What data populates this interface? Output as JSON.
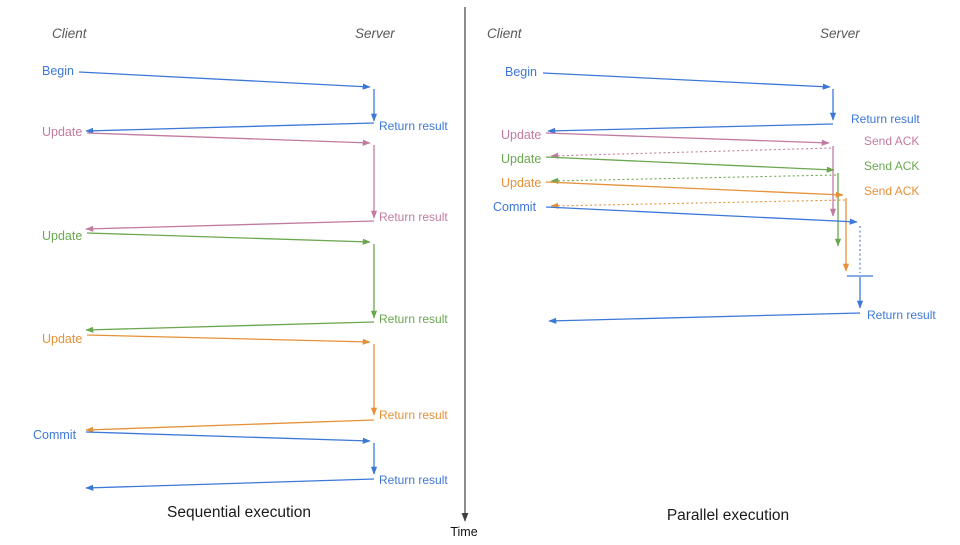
{
  "colors": {
    "blue": "#3c78d8",
    "magenta": "#c27ba0",
    "green": "#6aa84f",
    "orange": "#e69138",
    "axis": "#3f3f3f",
    "header": "#595959",
    "title": "#1a1a1a"
  },
  "time_axis": {
    "label": "Time"
  },
  "sequential": {
    "title": "Sequential execution",
    "client_header": "Client",
    "server_header": "Server",
    "messages": [
      {
        "label": "Begin",
        "color": "blue",
        "response_label": "Return result"
      },
      {
        "label": "Update",
        "color": "magenta",
        "response_label": "Return result"
      },
      {
        "label": "Update",
        "color": "green",
        "response_label": "Return result"
      },
      {
        "label": "Update",
        "color": "orange",
        "response_label": "Return result"
      },
      {
        "label": "Commit",
        "color": "blue",
        "response_label": "Return result"
      }
    ]
  },
  "parallel": {
    "title": "Parallel execution",
    "client_header": "Client",
    "server_header": "Server",
    "messages": [
      {
        "label": "Begin",
        "color": "blue",
        "response_label": "Return result"
      },
      {
        "label": "Update",
        "color": "magenta",
        "ack_label": "Send ACK"
      },
      {
        "label": "Update",
        "color": "green",
        "ack_label": "Send ACK"
      },
      {
        "label": "Update",
        "color": "orange",
        "ack_label": "Send ACK"
      },
      {
        "label": "Commit",
        "color": "blue",
        "response_label": "Return result"
      }
    ]
  }
}
